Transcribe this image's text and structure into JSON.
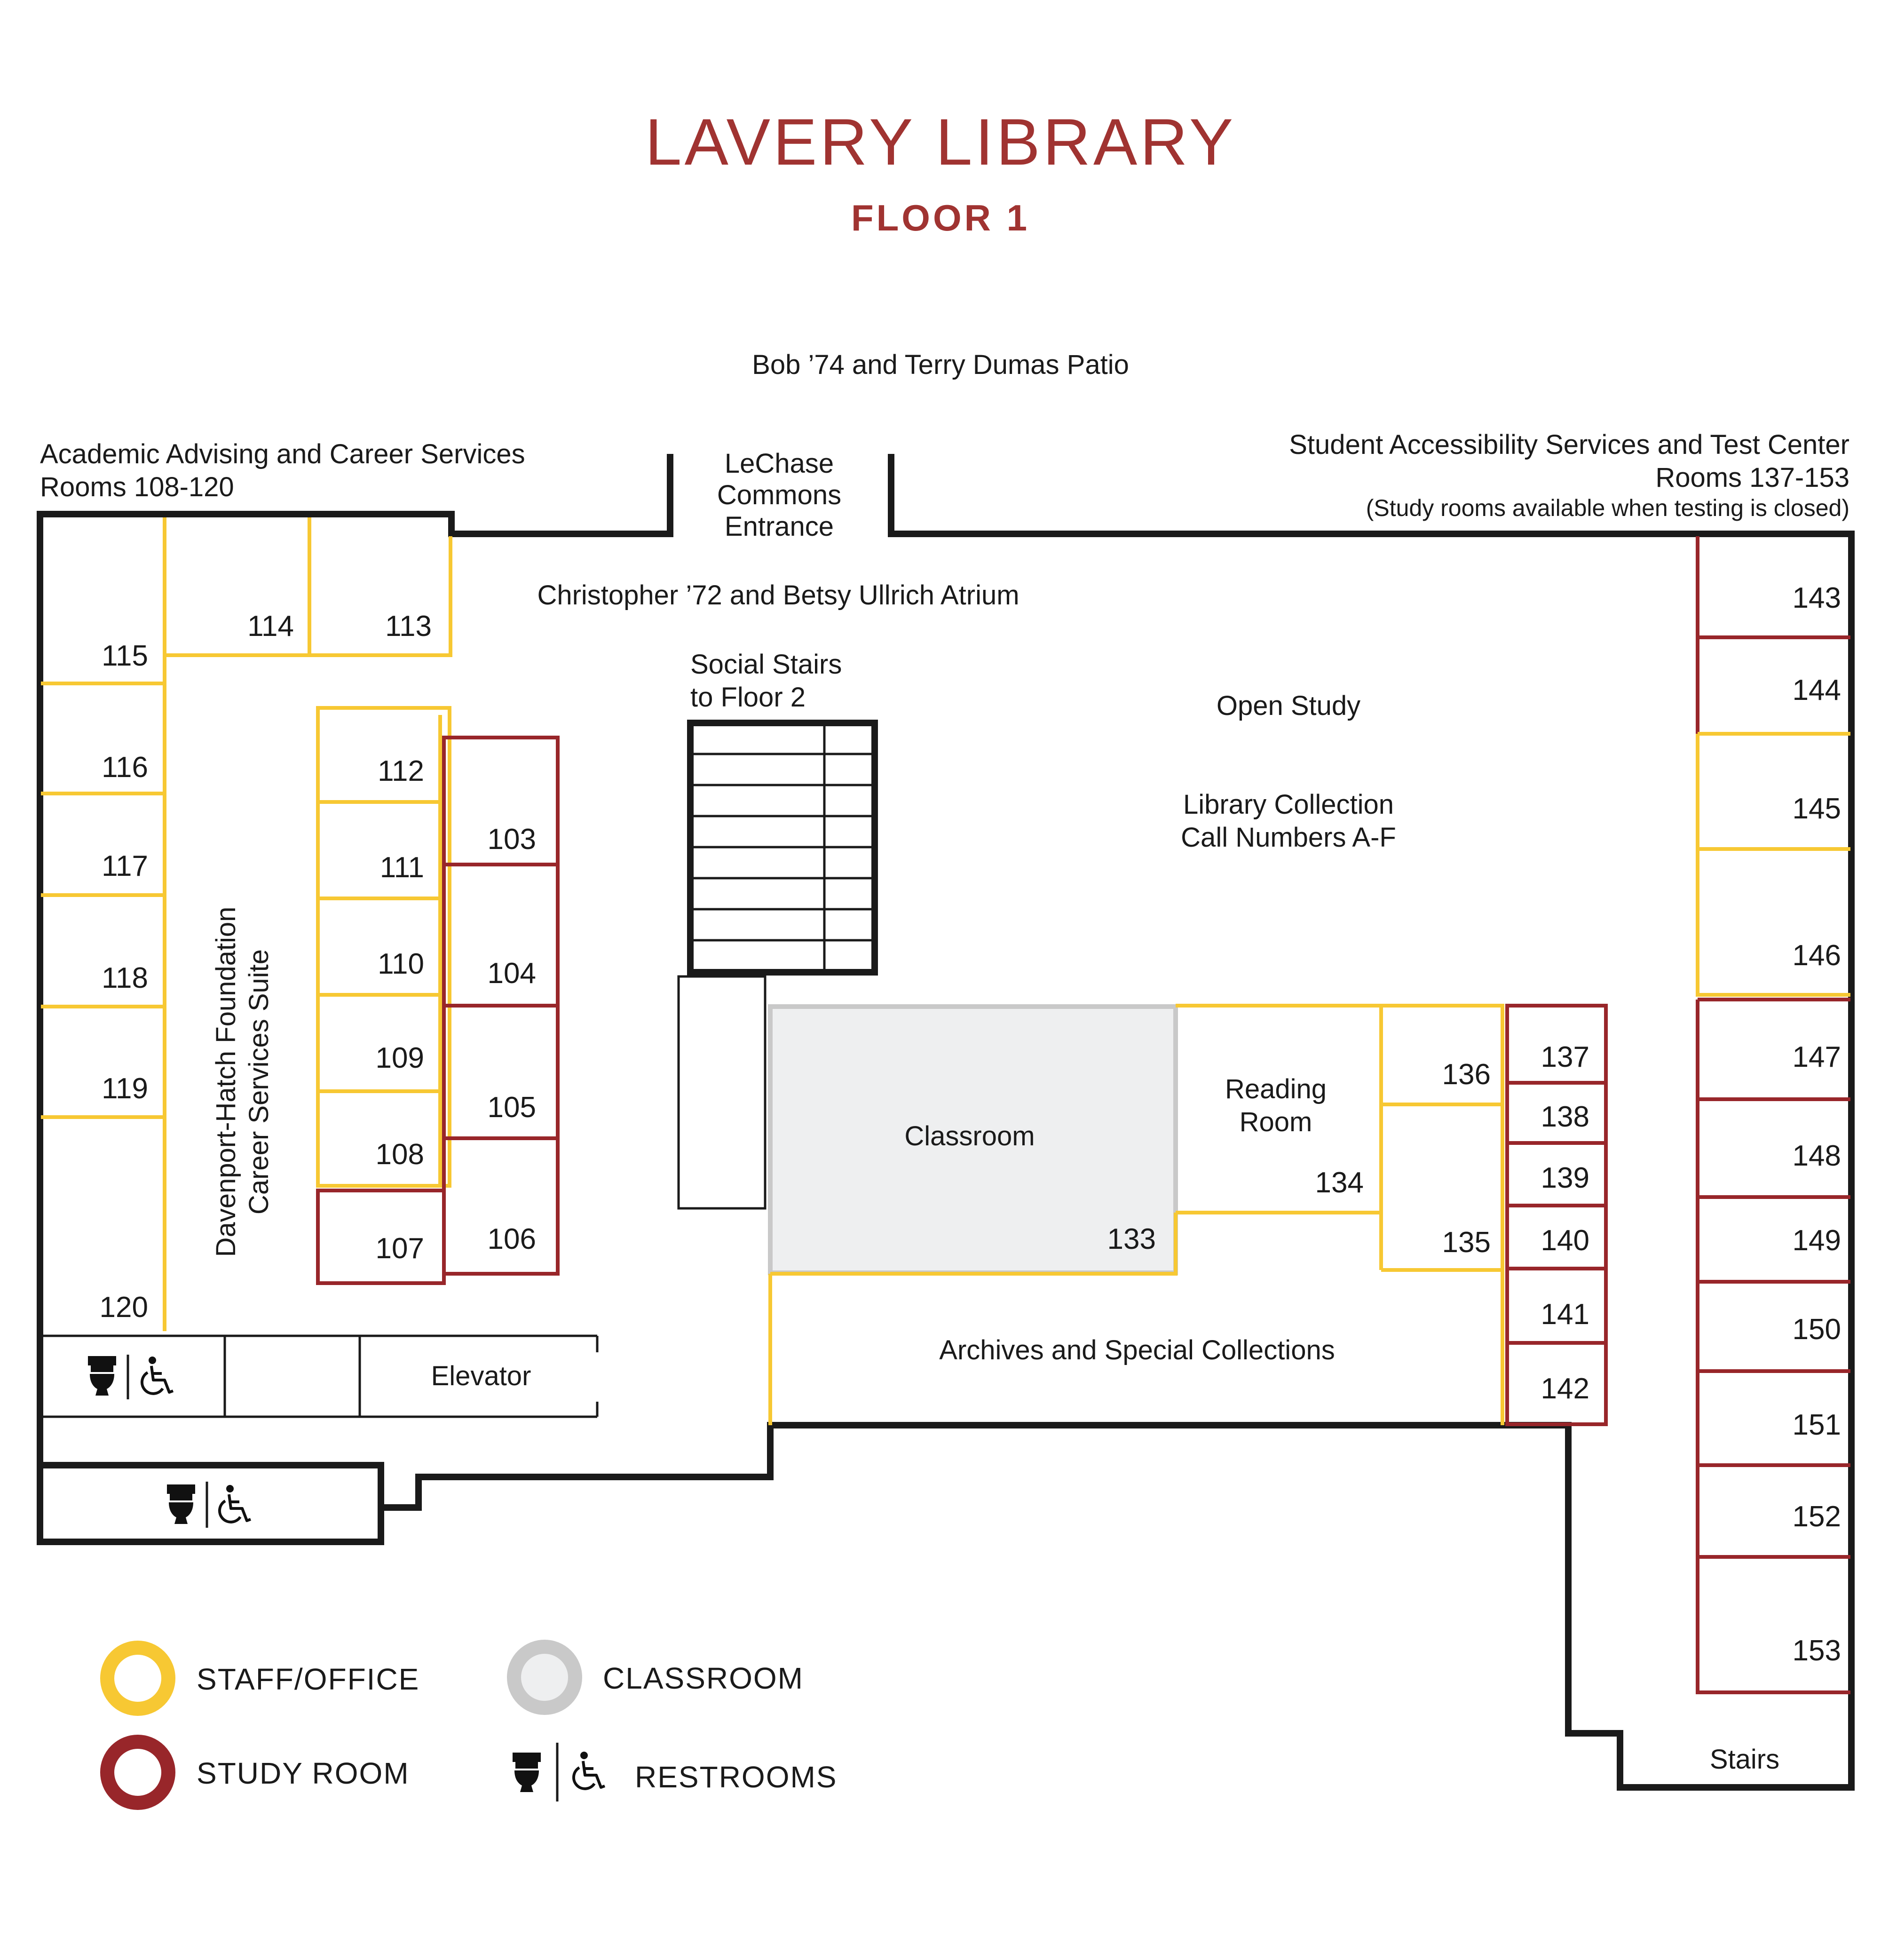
{
  "header": {
    "title": "LAVERY LIBRARY",
    "subtitle": "FLOOR 1"
  },
  "colors": {
    "staff": "#f7c833",
    "study": "#98262a",
    "classroom_fill": "#eeeff0",
    "classroom_stroke": "#c9c9c9",
    "title": "#a03331",
    "wall": "#1a1a1a"
  },
  "areas": {
    "patio": "Bob ’74 and Terry Dumas Patio",
    "advising_line1": "Academic Advising and Career Services",
    "advising_line2": "Rooms 108-120",
    "entrance_line1": "LeChase",
    "entrance_line2": "Commons",
    "entrance_line3": "Entrance",
    "sas_line1": "Student Accessibility Services and Test Center",
    "sas_line2": "Rooms 137-153",
    "sas_line3": "(Study rooms available when testing is closed)",
    "atrium": "Christopher ’72 and Betsy Ullrich Atrium",
    "stairs_line1": "Social Stairs",
    "stairs_line2": "to Floor 2",
    "open_study": "Open Study",
    "collection_line1": "Library Collection",
    "collection_line2": "Call Numbers A-F",
    "suite_line1": "Davenport-Hatch Foundation",
    "suite_line2": "Career Services Suite",
    "classroom": "Classroom",
    "reading_line1": "Reading",
    "reading_line2": "Room",
    "archives": "Archives and Special Collections",
    "elevator": "Elevator",
    "stairs": "Stairs"
  },
  "rooms": {
    "r103": "103",
    "r104": "104",
    "r105": "105",
    "r106": "106",
    "r107": "107",
    "r108": "108",
    "r109": "109",
    "r110": "110",
    "r111": "111",
    "r112": "112",
    "r113": "113",
    "r114": "114",
    "r115": "115",
    "r116": "116",
    "r117": "117",
    "r118": "118",
    "r119": "119",
    "r120": "120",
    "r133": "133",
    "r134": "134",
    "r135": "135",
    "r136": "136",
    "r137": "137",
    "r138": "138",
    "r139": "139",
    "r140": "140",
    "r141": "141",
    "r142": "142",
    "r143": "143",
    "r144": "144",
    "r145": "145",
    "r146": "146",
    "r147": "147",
    "r148": "148",
    "r149": "149",
    "r150": "150",
    "r151": "151",
    "r152": "152",
    "r153": "153"
  },
  "legend": {
    "staff": "STAFF/OFFICE",
    "study": "STUDY ROOM",
    "classroom": "CLASSROOM",
    "restrooms": "RESTROOMS"
  },
  "icons": [
    "toilet-icon",
    "wheelchair-icon"
  ]
}
